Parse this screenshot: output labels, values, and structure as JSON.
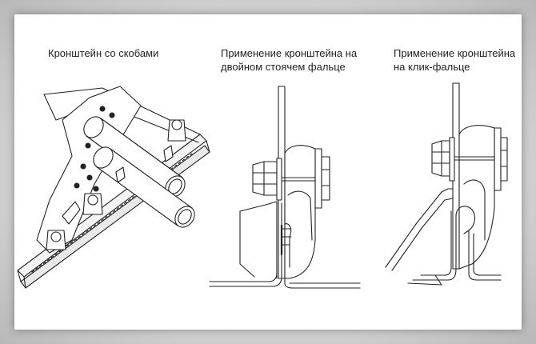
{
  "panels": [
    {
      "caption": [
        "Кронштейн со скобами"
      ]
    },
    {
      "caption": [
        "Применение кронштейна на",
        "двойном стоячем фальце"
      ]
    },
    {
      "caption": [
        "Применение кронштейна",
        "на клик-фальце"
      ]
    }
  ],
  "colors": {
    "background": "#ffffff",
    "frame": "#c4c4c4",
    "line": "#222222"
  }
}
